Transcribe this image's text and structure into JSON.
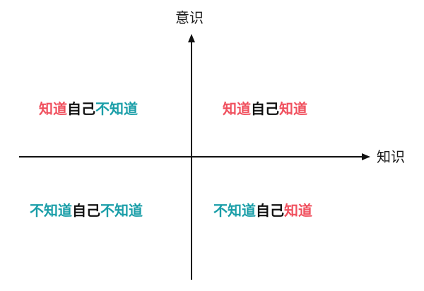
{
  "colors": {
    "know": "#f0505e",
    "self": "#111111",
    "not_know": "#1a9ea8",
    "axis": "#111111"
  },
  "axes": {
    "y_label": "意识",
    "x_label": "知识"
  },
  "quadrants": {
    "top_left": {
      "part1": "知道",
      "part2": "自己",
      "part3": "不知道"
    },
    "top_right": {
      "part1": "知道",
      "part2": "自己",
      "part3": "知道"
    },
    "bottom_left": {
      "part1": "不知道",
      "part2": "自己",
      "part3": "不知道"
    },
    "bottom_right": {
      "part1": "不知道",
      "part2": "自己",
      "part3": "知道"
    }
  }
}
